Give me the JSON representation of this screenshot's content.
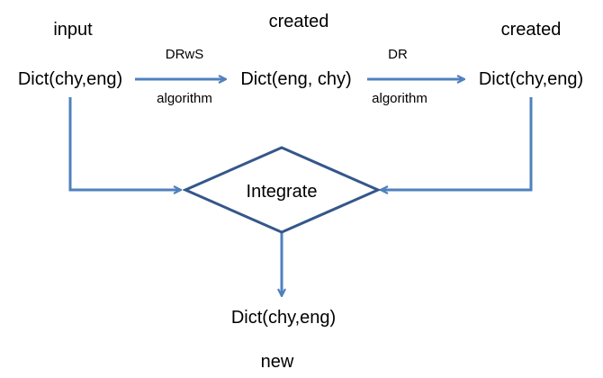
{
  "colors": {
    "arrow": "#4f81bd",
    "diamond_stroke": "#34578a",
    "text": "#000000",
    "background": "#ffffff"
  },
  "nodes": {
    "input_caption": "input",
    "input_dict": "Dict(chy,eng)",
    "middle_caption": "created",
    "middle_dict": "Dict(eng, chy)",
    "right_caption": "created",
    "right_dict": "Dict(chy,eng)",
    "integrate": "Integrate",
    "output_dict": "Dict(chy,eng)",
    "output_caption": "new"
  },
  "edges": {
    "first": {
      "top_label": "DRwS",
      "bottom_label": "algorithm"
    },
    "second": {
      "top_label": "DR",
      "bottom_label": "algorithm"
    }
  }
}
